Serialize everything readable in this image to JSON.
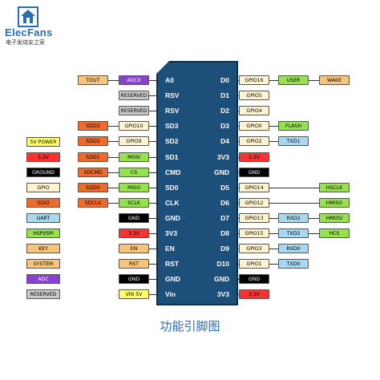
{
  "brand": {
    "name": "ElecFans",
    "subtitle": "电子发烧友之家"
  },
  "caption": "功能引脚图",
  "colors": {
    "gpio": "#fff3d0",
    "special": "#f7c47a",
    "adc": "#8b3fd1",
    "reserved": "#c9c9c9",
    "power5v": "#ffff66",
    "power3v3": "#ff3030",
    "ground": "#000000",
    "sdio": "#f06a2a",
    "uart": "#a8d8f0",
    "spi": "#96e24d",
    "key": "#f7c47a",
    "system": "#f7c47a",
    "en": "#f7c47a",
    "rst": "#f7c47a",
    "board": "#1c4f7a"
  },
  "legend": [
    {
      "label": "5V POWER",
      "color": "#ffff66",
      "text_color": "#000"
    },
    {
      "label": "3.3V",
      "color": "#ff3030",
      "text_color": "#000"
    },
    {
      "label": "GROUND",
      "color": "#000000",
      "text_color": "#fff"
    },
    {
      "label": "GPIO",
      "color": "#fff3d0",
      "text_color": "#000"
    },
    {
      "label": "SDIO",
      "color": "#f06a2a",
      "text_color": "#000"
    },
    {
      "label": "UART",
      "color": "#a8d8f0",
      "text_color": "#000"
    },
    {
      "label": "HSPI/SPI",
      "color": "#96e24d",
      "text_color": "#000"
    },
    {
      "label": "KEY",
      "color": "#f7c47a",
      "text_color": "#000"
    },
    {
      "label": "SYSTEM",
      "color": "#f7c47a",
      "text_color": "#000"
    },
    {
      "label": "ADC",
      "color": "#8b3fd1",
      "text_color": "#fff"
    },
    {
      "label": "RESERVED",
      "color": "#c9c9c9",
      "text_color": "#000"
    }
  ],
  "left_pins": [
    {
      "pin": "A0",
      "tags": [
        {
          "label": "ADC0",
          "color": "#8b3fd1",
          "text_color": "#fff"
        },
        {
          "label": "TOUT",
          "color": "#f7c47a",
          "text_color": "#000"
        }
      ]
    },
    {
      "pin": "RSV",
      "tags": [
        {
          "label": "RESERVED",
          "color": "#c9c9c9",
          "text_color": "#000"
        }
      ]
    },
    {
      "pin": "RSV",
      "tags": [
        {
          "label": "RESERVED",
          "color": "#c9c9c9",
          "text_color": "#000"
        }
      ]
    },
    {
      "pin": "SD3",
      "tags": [
        {
          "label": "GPIO10",
          "color": "#fff3d0",
          "text_color": "#000"
        },
        {
          "label": "SDD3",
          "color": "#f06a2a",
          "text_color": "#000"
        }
      ]
    },
    {
      "pin": "SD2",
      "tags": [
        {
          "label": "GPIO9",
          "color": "#fff3d0",
          "text_color": "#000"
        },
        {
          "label": "SDD2",
          "color": "#f06a2a",
          "text_color": "#000"
        }
      ]
    },
    {
      "pin": "SD1",
      "tags": [
        {
          "label": "MOSI",
          "color": "#96e24d",
          "text_color": "#000"
        },
        {
          "label": "SDD1",
          "color": "#f06a2a",
          "text_color": "#000"
        }
      ]
    },
    {
      "pin": "CMD",
      "tags": [
        {
          "label": "CS",
          "color": "#96e24d",
          "text_color": "#000"
        },
        {
          "label": "SDCMD",
          "color": "#f06a2a",
          "text_color": "#000"
        }
      ]
    },
    {
      "pin": "SD0",
      "tags": [
        {
          "label": "MISO",
          "color": "#96e24d",
          "text_color": "#000"
        },
        {
          "label": "SDD0",
          "color": "#f06a2a",
          "text_color": "#000"
        }
      ]
    },
    {
      "pin": "CLK",
      "tags": [
        {
          "label": "SCLK",
          "color": "#96e24d",
          "text_color": "#000"
        },
        {
          "label": "SDCLK",
          "color": "#f06a2a",
          "text_color": "#000"
        }
      ]
    },
    {
      "pin": "GND",
      "tags": [
        {
          "label": "GND",
          "color": "#000000",
          "text_color": "#fff"
        }
      ]
    },
    {
      "pin": "3V3",
      "tags": [
        {
          "label": "3.3V",
          "color": "#ff3030",
          "text_color": "#000"
        }
      ]
    },
    {
      "pin": "EN",
      "tags": [
        {
          "label": "EN",
          "color": "#f7c47a",
          "text_color": "#000"
        }
      ]
    },
    {
      "pin": "RST",
      "tags": [
        {
          "label": "RST",
          "color": "#f7c47a",
          "text_color": "#000"
        }
      ]
    },
    {
      "pin": "GND",
      "tags": [
        {
          "label": "GND",
          "color": "#000000",
          "text_color": "#fff"
        }
      ]
    },
    {
      "pin": "Vin",
      "tags": [
        {
          "label": "VIN 5V",
          "color": "#ffff66",
          "text_color": "#000"
        }
      ]
    }
  ],
  "right_pins": [
    {
      "pin": "D0",
      "tags": [
        {
          "label": "GPIO16",
          "color": "#fff3d0",
          "text_color": "#000"
        },
        {
          "label": "USER",
          "color": "#96e24d",
          "text_color": "#000"
        },
        {
          "label": "WAKE",
          "color": "#f7c47a",
          "text_color": "#000"
        }
      ]
    },
    {
      "pin": "D1",
      "tags": [
        {
          "label": "GPIO5",
          "color": "#fff3d0",
          "text_color": "#000"
        }
      ]
    },
    {
      "pin": "D2",
      "tags": [
        {
          "label": "GPIO4",
          "color": "#fff3d0",
          "text_color": "#000"
        }
      ]
    },
    {
      "pin": "D3",
      "tags": [
        {
          "label": "GPIO0",
          "color": "#fff3d0",
          "text_color": "#000"
        },
        {
          "label": "FLASH",
          "color": "#96e24d",
          "text_color": "#000"
        }
      ]
    },
    {
      "pin": "D4",
      "tags": [
        {
          "label": "GPIO2",
          "color": "#fff3d0",
          "text_color": "#000"
        },
        {
          "label": "TXD1",
          "color": "#a8d8f0",
          "text_color": "#000"
        }
      ]
    },
    {
      "pin": "3V3",
      "tags": [
        {
          "label": "3.3V",
          "color": "#ff3030",
          "text_color": "#000"
        }
      ]
    },
    {
      "pin": "GND",
      "tags": [
        {
          "label": "GND",
          "color": "#000000",
          "text_color": "#fff"
        }
      ]
    },
    {
      "pin": "D5",
      "tags": [
        {
          "label": "GPIO14",
          "color": "#fff3d0",
          "text_color": "#000"
        },
        {
          "label": "",
          "color": "",
          "text_color": ""
        },
        {
          "label": "HSCLK",
          "color": "#96e24d",
          "text_color": "#000"
        }
      ]
    },
    {
      "pin": "D6",
      "tags": [
        {
          "label": "GPIO12",
          "color": "#fff3d0",
          "text_color": "#000"
        },
        {
          "label": "",
          "color": "",
          "text_color": ""
        },
        {
          "label": "HMISO",
          "color": "#96e24d",
          "text_color": "#000"
        }
      ]
    },
    {
      "pin": "D7",
      "tags": [
        {
          "label": "GPIO13",
          "color": "#fff3d0",
          "text_color": "#000"
        },
        {
          "label": "RXD2",
          "color": "#a8d8f0",
          "text_color": "#000"
        },
        {
          "label": "HMOSI",
          "color": "#96e24d",
          "text_color": "#000"
        }
      ]
    },
    {
      "pin": "D8",
      "tags": [
        {
          "label": "GPIO15",
          "color": "#fff3d0",
          "text_color": "#000"
        },
        {
          "label": "TXD2",
          "color": "#a8d8f0",
          "text_color": "#000"
        },
        {
          "label": "HCS",
          "color": "#96e24d",
          "text_color": "#000"
        }
      ]
    },
    {
      "pin": "D9",
      "tags": [
        {
          "label": "GPIO3",
          "color": "#fff3d0",
          "text_color": "#000"
        },
        {
          "label": "RXD0",
          "color": "#a8d8f0",
          "text_color": "#000"
        }
      ]
    },
    {
      "pin": "D10",
      "tags": [
        {
          "label": "GPIO1",
          "color": "#fff3d0",
          "text_color": "#000"
        },
        {
          "label": "TXD0",
          "color": "#a8d8f0",
          "text_color": "#000"
        }
      ]
    },
    {
      "pin": "GND",
      "tags": [
        {
          "label": "GND",
          "color": "#000000",
          "text_color": "#fff"
        }
      ]
    },
    {
      "pin": "3V3",
      "tags": [
        {
          "label": "3.3V",
          "color": "#ff3030",
          "text_color": "#000"
        }
      ]
    }
  ]
}
